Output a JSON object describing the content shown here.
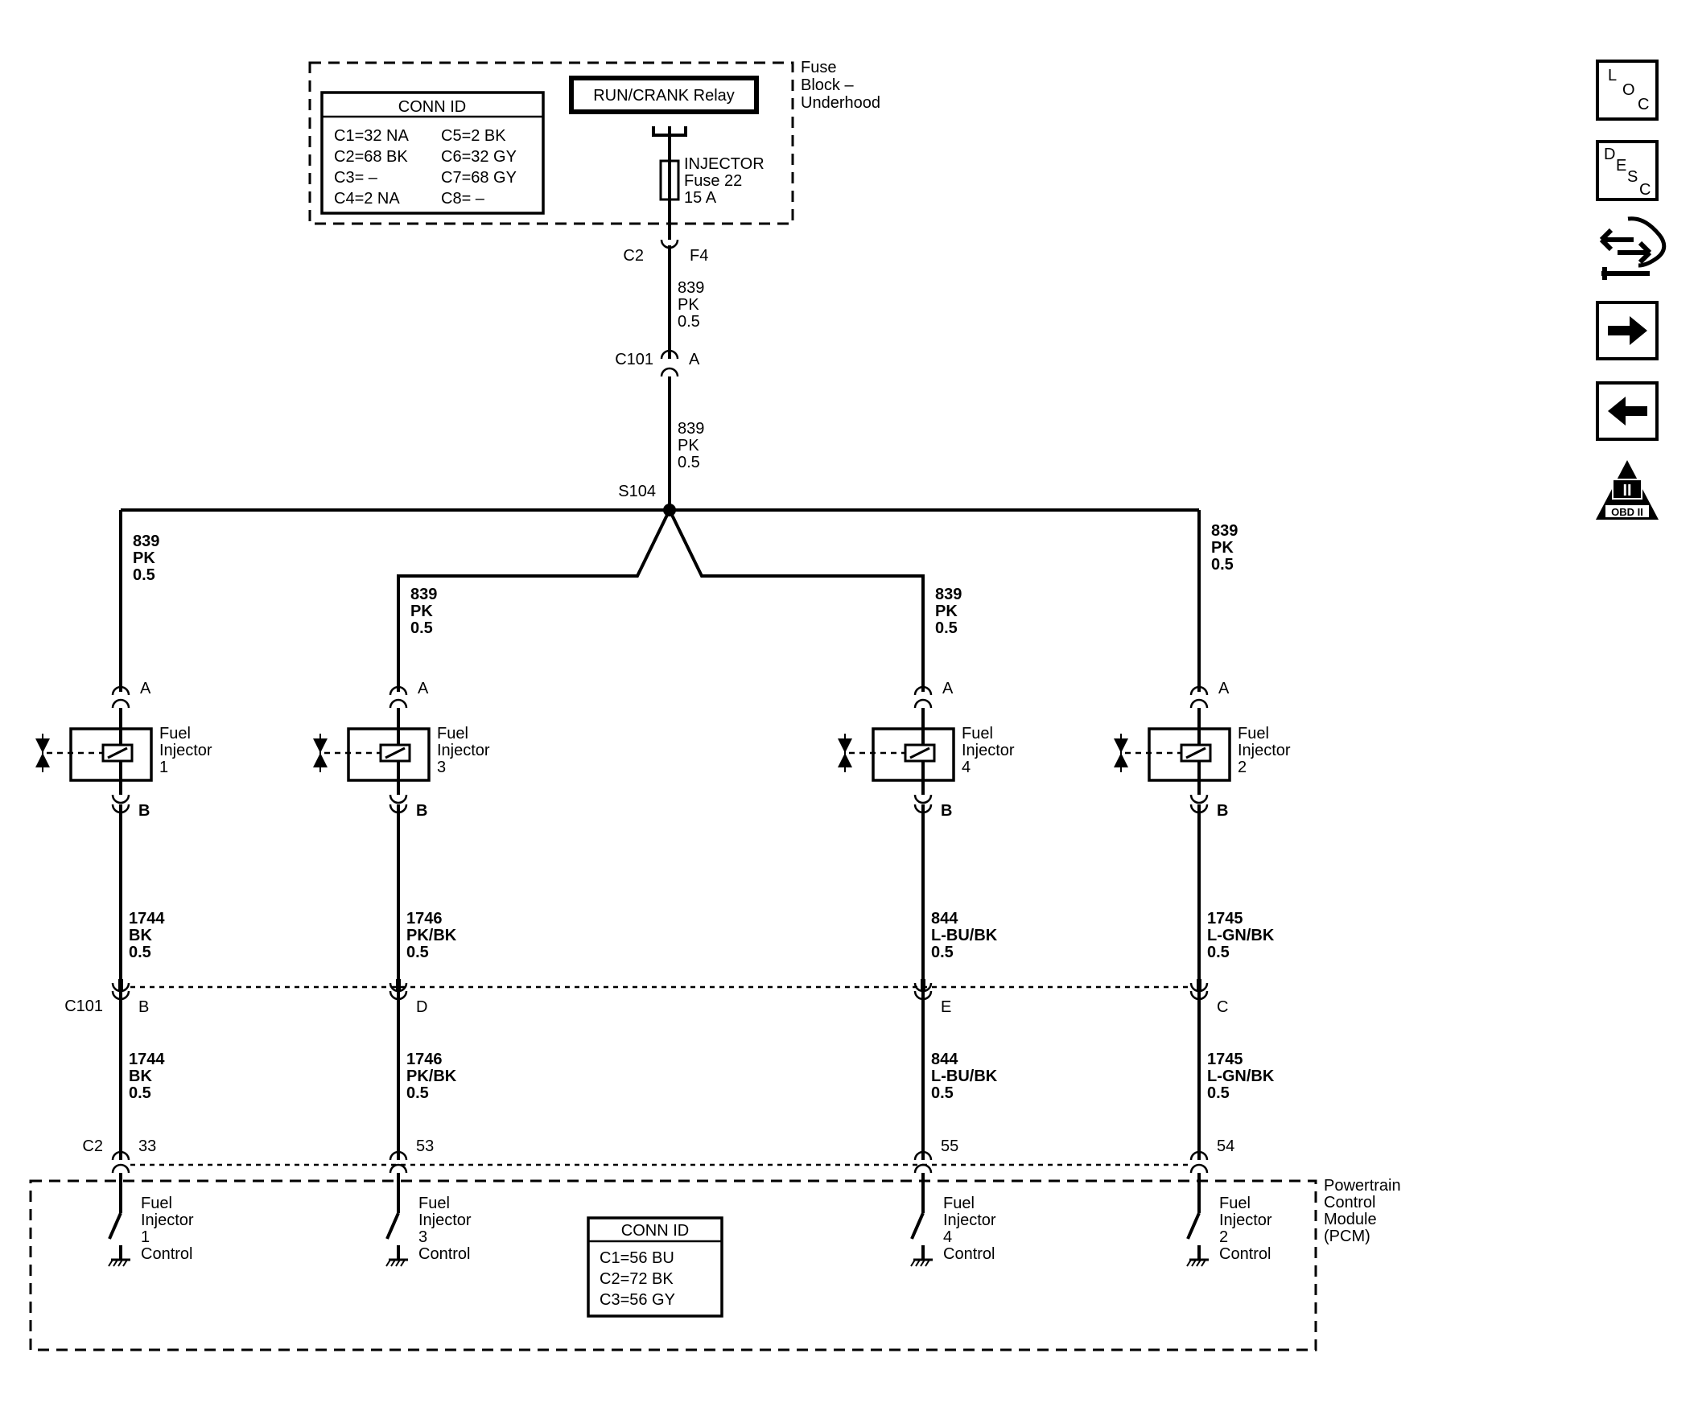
{
  "fuse_block": {
    "label_lines": [
      "Fuse",
      "Block –",
      "Underhood"
    ],
    "relay": "RUN/CRANK Relay",
    "fuse_lines": [
      "INJECTOR",
      "Fuse 22",
      "15 A"
    ],
    "conn_id": {
      "title": "CONN ID",
      "left": [
        "C1=32 NA",
        "C2=68 BK",
        "C3= –",
        "C4=2 NA"
      ],
      "right": [
        "C5=2 BK",
        "C6=32 GY",
        "C7=68 GY",
        "C8= –"
      ]
    }
  },
  "connectors": {
    "c2_top": "C2",
    "f4": "F4",
    "c101_top": "C101",
    "c101_top_pin": "A",
    "s104": "S104",
    "c101_bottom": "C101",
    "c2_bottom": "C2"
  },
  "feed_wire": [
    "839",
    "PK",
    "0.5"
  ],
  "injectors": [
    {
      "label_lines": [
        "Fuel",
        "Injector",
        "1"
      ],
      "pin_a": "A",
      "pin_b": "B",
      "supply": [
        "839",
        "PK",
        "0.5"
      ],
      "control_wire": [
        "1744",
        "BK",
        "0.5"
      ],
      "c101_pin": "B",
      "pcm_pin": "33",
      "pcm_label": [
        "Fuel",
        "Injector",
        "1",
        "Control"
      ]
    },
    {
      "label_lines": [
        "Fuel",
        "Injector",
        "3"
      ],
      "pin_a": "A",
      "pin_b": "B",
      "supply": [
        "839",
        "PK",
        "0.5"
      ],
      "control_wire": [
        "1746",
        "PK/BK",
        "0.5"
      ],
      "c101_pin": "D",
      "pcm_pin": "53",
      "pcm_label": [
        "Fuel",
        "Injector",
        "3",
        "Control"
      ]
    },
    {
      "label_lines": [
        "Fuel",
        "Injector",
        "4"
      ],
      "pin_a": "A",
      "pin_b": "B",
      "supply": [
        "839",
        "PK",
        "0.5"
      ],
      "control_wire": [
        "844",
        "L-BU/BK",
        "0.5"
      ],
      "c101_pin": "E",
      "pcm_pin": "55",
      "pcm_label": [
        "Fuel",
        "Injector",
        "4",
        "Control"
      ]
    },
    {
      "label_lines": [
        "Fuel",
        "Injector",
        "2"
      ],
      "pin_a": "A",
      "pin_b": "B",
      "supply": [
        "839",
        "PK",
        "0.5"
      ],
      "control_wire": [
        "1745",
        "L-GN/BK",
        "0.5"
      ],
      "c101_pin": "C",
      "pcm_pin": "54",
      "pcm_label": [
        "Fuel",
        "Injector",
        "2",
        "Control"
      ]
    }
  ],
  "pcm": {
    "label_lines": [
      "Powertrain",
      "Control",
      "Module",
      "(PCM)"
    ],
    "conn_id": {
      "title": "CONN ID",
      "lines": [
        "C1=56 BU",
        "C2=72 BK",
        "C3=56 GY"
      ]
    }
  },
  "side_nav": {
    "loc": [
      "L",
      "O",
      "C"
    ],
    "desc": [
      "D",
      "E",
      "S",
      "C"
    ],
    "obd": "OBD II",
    "obd_numeral": "II",
    "icons": [
      "location-icon",
      "description-icon",
      "connector-tool-icon",
      "next-arrow-icon",
      "previous-arrow-icon",
      "obd-ii-icon"
    ]
  }
}
